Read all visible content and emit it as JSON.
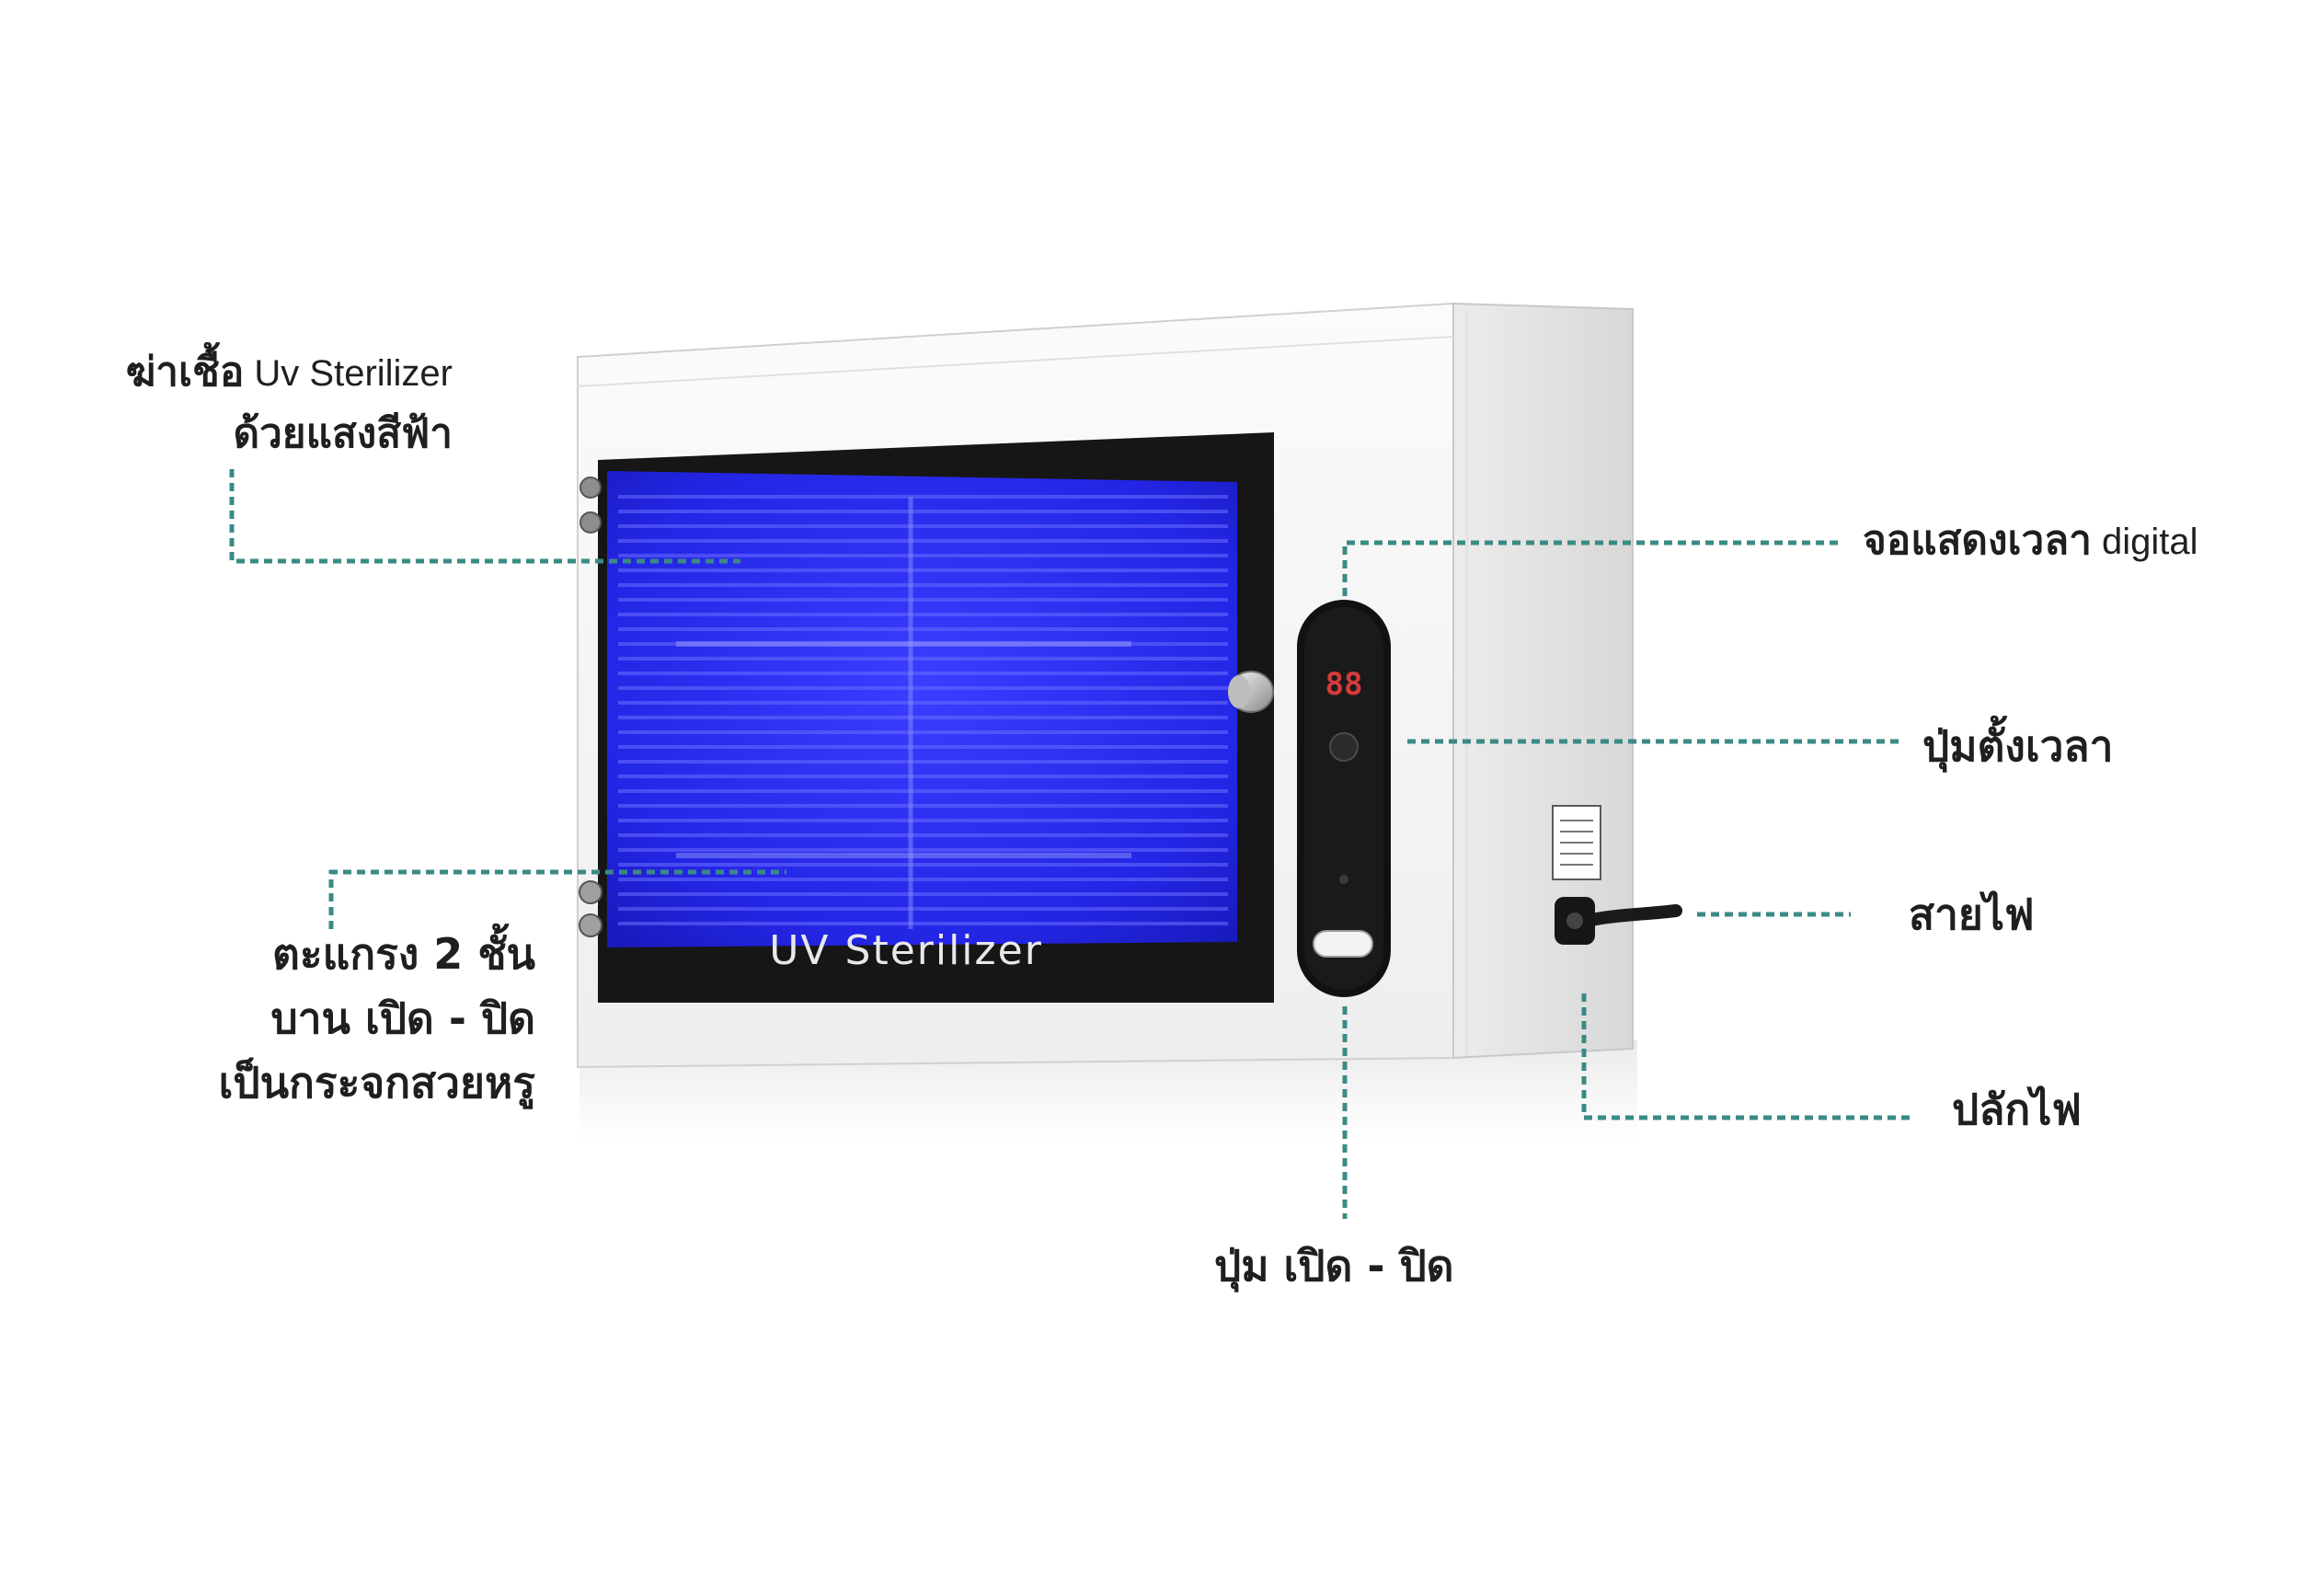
{
  "device": {
    "door_label": "UV Sterilizer",
    "display_digits": "88"
  },
  "colors": {
    "uv_glow": "#2a2cff",
    "leader": "#3a8a86",
    "cabinet": "#f4f4f4",
    "frame": "#161616"
  },
  "labels": {
    "uv": {
      "line1_th": "ฆ่าเชื้อ",
      "line1_en": " Uv  Sterilizer",
      "line2": "ด้วยแสงสีฟ้า"
    },
    "shelf": {
      "line1": "ตะแกรง 2 ชั้น",
      "line2": "บาน เปิด - ปิด",
      "line3": "เป็นกระจกสวยหรู"
    },
    "display": {
      "th": "จอแสดงเวลา",
      "en": " digital"
    },
    "timer_button": "ปุ่มตั้งเวลา",
    "power_cord": "สายไฟ",
    "plug": "ปลักไฟ",
    "power_button": "ปุ่ม เปิด - ปิด"
  }
}
